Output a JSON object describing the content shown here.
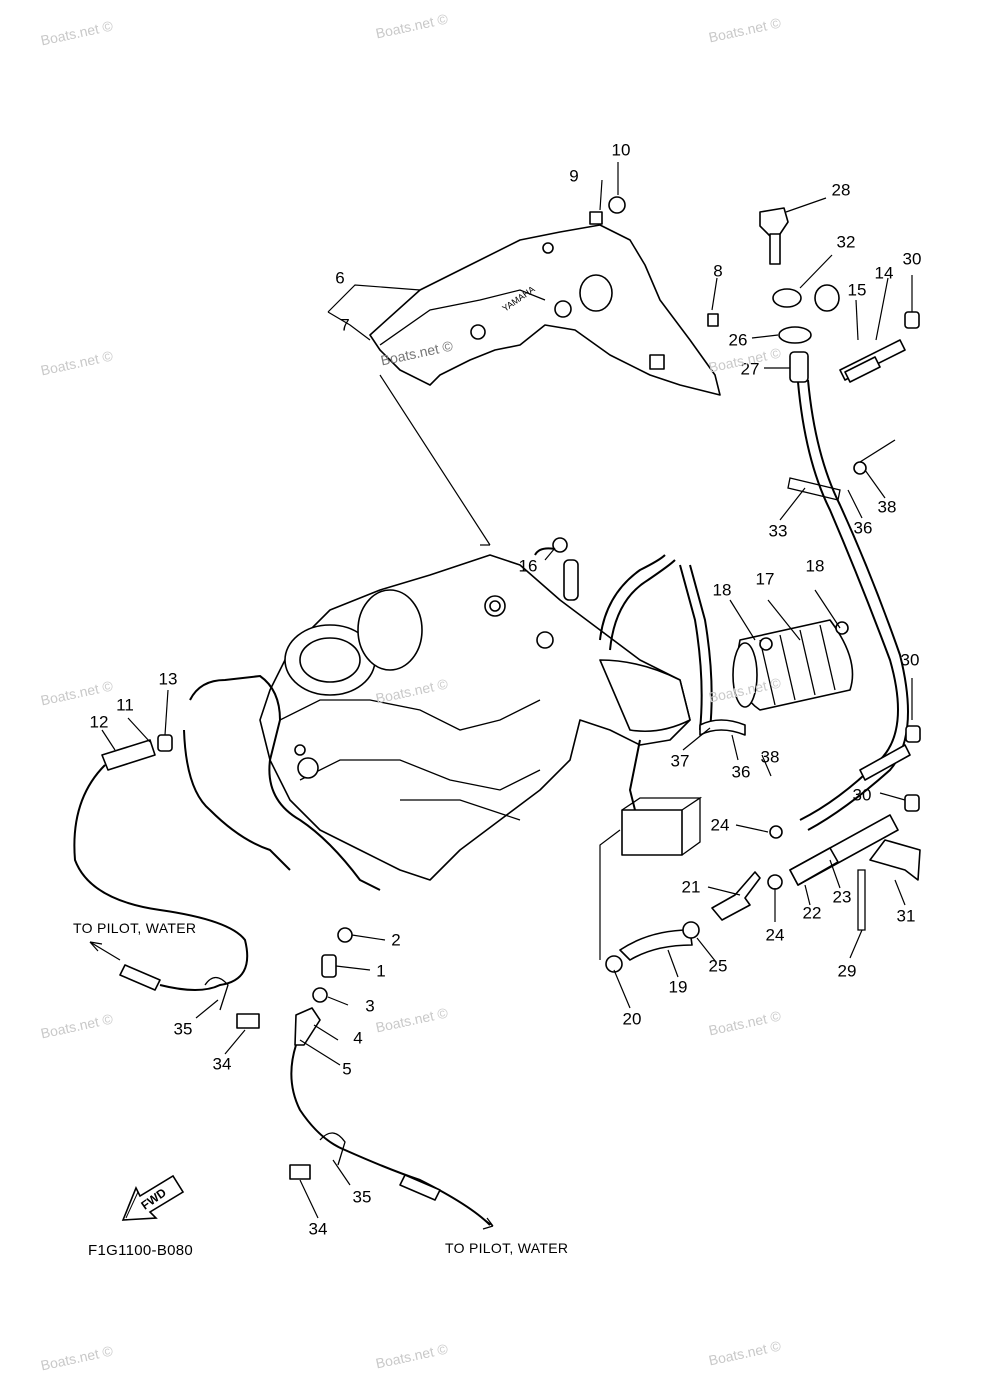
{
  "diagram": {
    "code": "F1G1100-B080",
    "notes": {
      "pilot_water_left": "TO PILOT, WATER",
      "pilot_water_bottom": "TO PILOT, WATER"
    },
    "fwd_label": "FWD",
    "yamaha_label": "YAMAHA",
    "watermark_text": "Boats.net ©",
    "callouts": [
      "1",
      "2",
      "3",
      "4",
      "5",
      "6",
      "7",
      "8",
      "9",
      "10",
      "11",
      "12",
      "13",
      "14",
      "15",
      "16",
      "17",
      "18",
      "18",
      "19",
      "20",
      "21",
      "22",
      "23",
      "24",
      "24",
      "25",
      "26",
      "27",
      "28",
      "29",
      "30",
      "30",
      "30",
      "31",
      "32",
      "33",
      "34",
      "34",
      "35",
      "35",
      "36",
      "36",
      "37",
      "38",
      "38"
    ]
  }
}
